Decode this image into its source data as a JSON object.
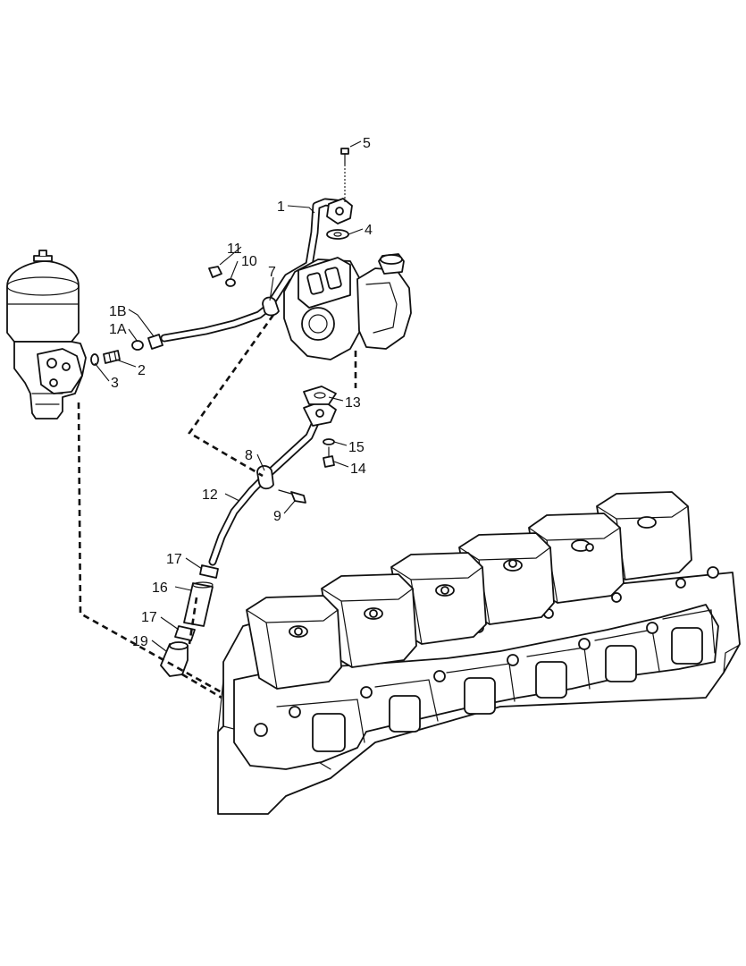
{
  "callouts": {
    "c1": "1",
    "c1a": "1A",
    "c1b": "1B",
    "c2": "2",
    "c3": "3",
    "c4": "4",
    "c5": "5",
    "c7": "7",
    "c8": "8",
    "c9": "9",
    "c10": "10",
    "c11": "11",
    "c12": "12",
    "c13": "13",
    "c14": "14",
    "c15": "15",
    "c16": "16",
    "c17a": "17",
    "c17b": "17",
    "c19": "19"
  },
  "colors": {
    "line": "#111111",
    "background": "#ffffff"
  }
}
